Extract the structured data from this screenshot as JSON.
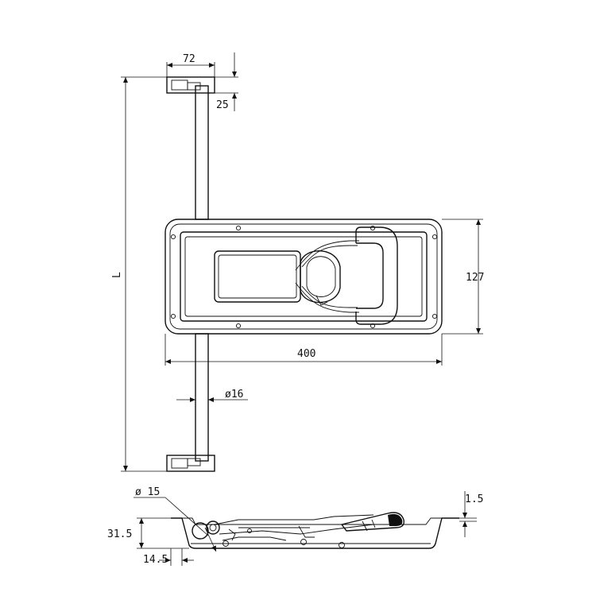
{
  "dimensions": {
    "top_width": "72",
    "top_height": "25",
    "length": "L",
    "plate_height": "127",
    "plate_width": "400",
    "rod_diameter": "ø16",
    "pivot_diameter": "ø 15",
    "side_height": "31.5",
    "side_offset": "14.5",
    "lip": "1.5"
  }
}
